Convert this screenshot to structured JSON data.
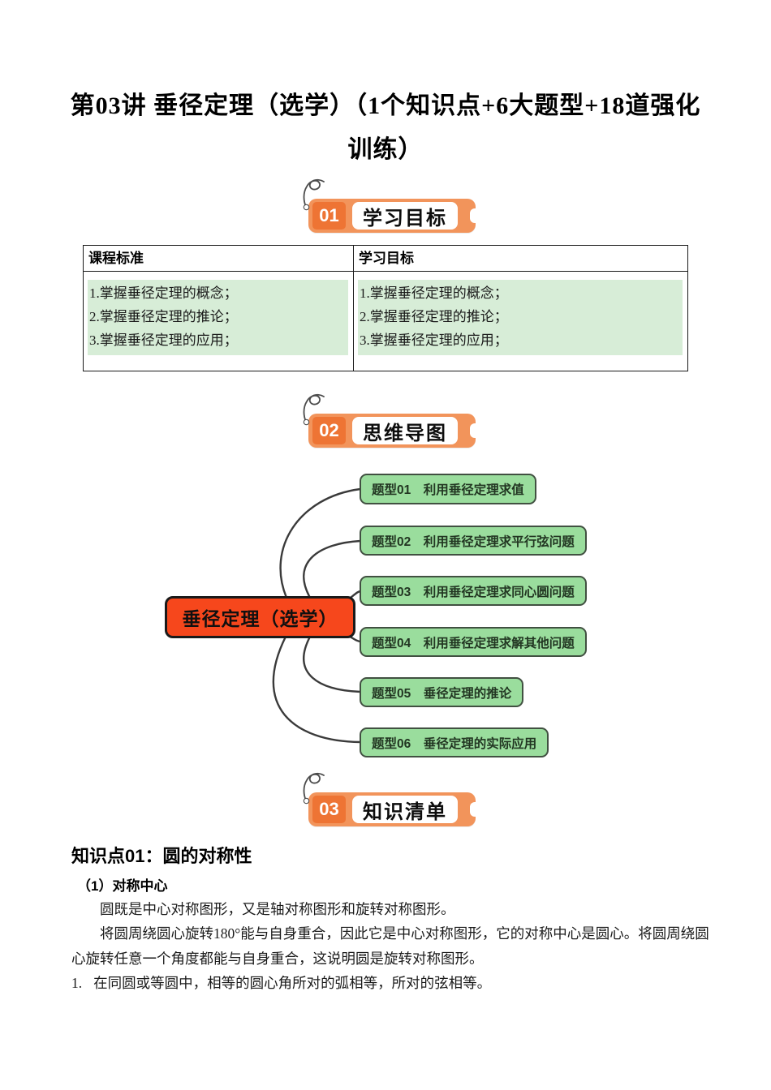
{
  "title": {
    "line1": "第03讲 垂径定理（选学）（1个知识点+6大题型+18道强化",
    "line2": "训练）"
  },
  "sections": [
    {
      "number": "01",
      "label": "学习目标"
    },
    {
      "number": "02",
      "label": "思维导图"
    },
    {
      "number": "03",
      "label": "知识清单"
    }
  ],
  "objectives_table": {
    "headers": [
      "课程标准",
      "学习目标"
    ],
    "columns": [
      [
        "1.掌握垂径定理的概念；",
        "2.掌握垂径定理的推论；",
        "3.掌握垂径定理的应用；"
      ],
      [
        "1.掌握垂径定理的概念；",
        "2.掌握垂径定理的推论；",
        "3.掌握垂径定理的应用；"
      ]
    ]
  },
  "mindmap": {
    "root": "垂径定理（选学）",
    "branches": [
      "题型01　利用垂径定理求值",
      "题型02　利用垂径定理求平行弦问题",
      "题型03　利用垂径定理求同心圆问题",
      "题型04　利用垂径定理求解其他问题",
      "题型05　垂径定理的推论",
      "题型06　垂径定理的实际应用"
    ]
  },
  "knowledge": {
    "heading": "知识点01：圆的对称性",
    "subheading": "（1）对称中心",
    "paragraph1": "圆既是中心对称图形，又是轴对称图形和旋转对称图形。",
    "paragraph2": "将圆周绕圆心旋转180°能与自身重合，因此它是中心对称图形，它的对称中心是圆心。将圆周绕圆心旋转任意一个角度都能与自身重合，这说明圆是旋转对称图形。",
    "list": [
      {
        "number": "1.",
        "text": "在同圆或等圆中，相等的圆心角所对的弧相等，所对的弦相等。"
      }
    ]
  },
  "theme": {
    "badge_outer_orange": "#F2945B",
    "badge_number_orange": "#EE7434",
    "mindmap_root_red": "#F6471C",
    "mindmap_branch_green": "#9ADD9D",
    "mindmap_branch_border": "#415041",
    "mindmap_line": "#3A3A3A",
    "table_highlight_green": "#D7EDD7"
  }
}
